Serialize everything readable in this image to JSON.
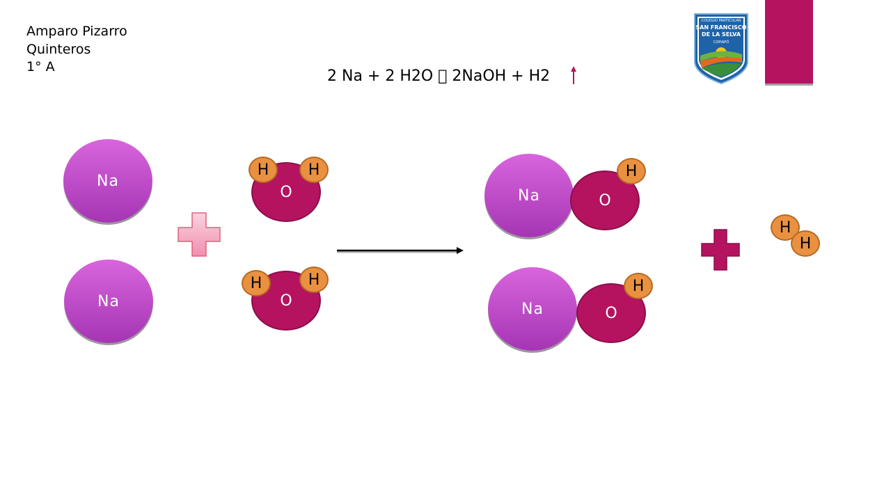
{
  "author": {
    "line1": "Amparo Pizarro",
    "line2": "Quinteros",
    "line3": "1° A"
  },
  "equation": "2 Na + 2 H2O \u0000  2NaOH + H2",
  "logo": {
    "line1": "COLEGIO PARTICULAR",
    "line2": "SAN FRANCISCO",
    "line3": "DE LA SELVA",
    "line4": "COPIAPÓ"
  },
  "colors": {
    "magenta": "#b5135f",
    "sodium_top": "#d865dc",
    "sodium_bottom": "#a635b4",
    "hydrogen": "#e99140",
    "plus_light": "#f09ab4"
  },
  "reactants": {
    "sodium_1": "Na",
    "sodium_2": "Na",
    "water_1": {
      "oxygen": "O",
      "hydrogen_a": "H",
      "hydrogen_b": "H"
    },
    "water_2": {
      "oxygen": "O",
      "hydrogen_a": "H",
      "hydrogen_b": "H"
    }
  },
  "products": {
    "naoh_1": {
      "sodium": "Na",
      "oxygen": "O",
      "hydrogen": "H"
    },
    "naoh_2": {
      "sodium": "Na",
      "oxygen": "O",
      "hydrogen": "H"
    },
    "h2": {
      "hydrogen_a": "H",
      "hydrogen_b": "H"
    }
  }
}
